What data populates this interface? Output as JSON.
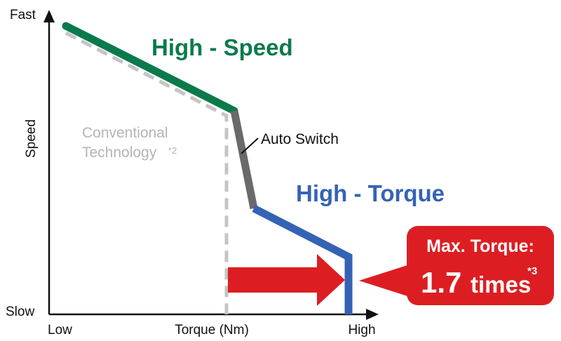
{
  "axes": {
    "y_top_label": "Fast",
    "y_bottom_label": "Slow",
    "y_title": "Speed",
    "x_left_label": "Low",
    "x_title": "Torque (Nm)",
    "x_right_label": "High"
  },
  "labels": {
    "high_speed": "High - Speed",
    "high_torque": "High - Torque",
    "auto_switch": "Auto Switch",
    "conventional_line1": "Conventional",
    "conventional_line2": "Technology",
    "conventional_note": "*2"
  },
  "callout": {
    "title": "Max. Torque:",
    "value": "1.7",
    "unit": "times",
    "note": "*3"
  },
  "colors": {
    "high_speed": "#0b7a4b",
    "high_torque": "#3463b5",
    "auto_switch": "#6a6a6a",
    "conventional": "#c4c4c4",
    "callout": "#dc1e23",
    "axis": "#111111"
  }
}
